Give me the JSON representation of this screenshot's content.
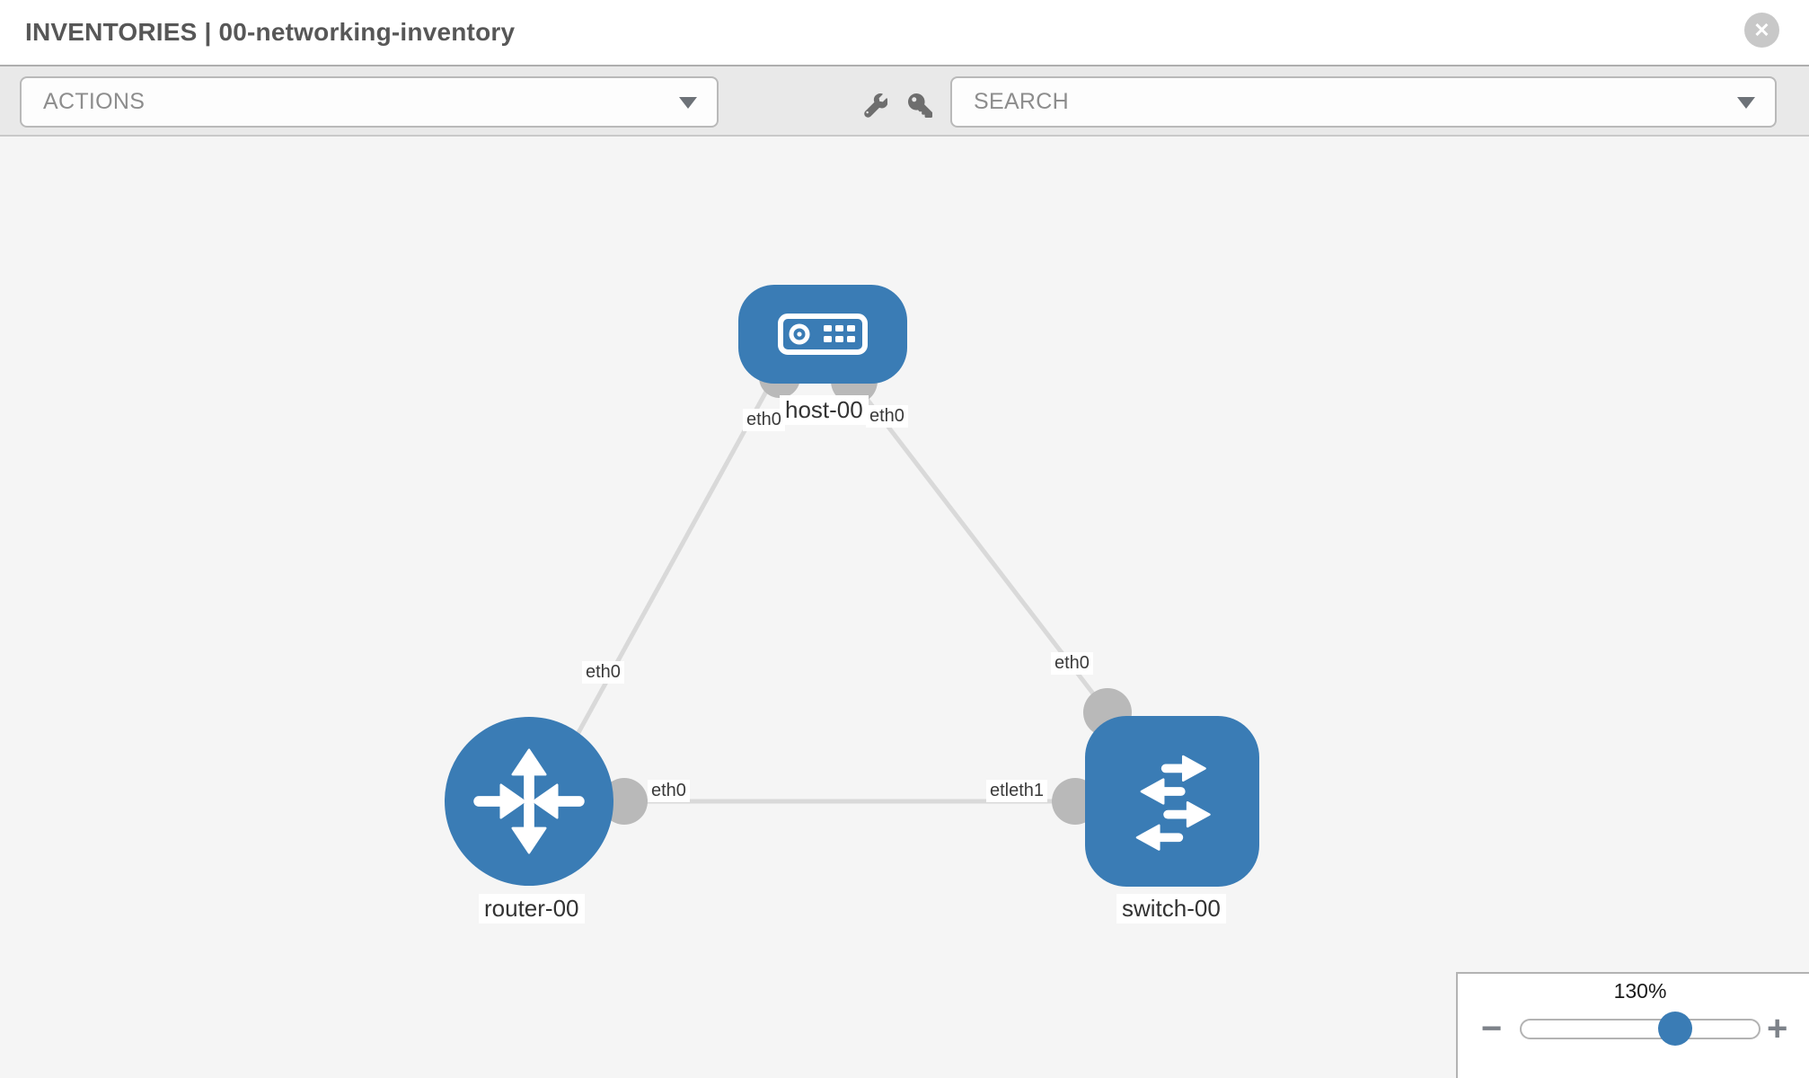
{
  "header": {
    "title": "INVENTORIES | 00-networking-inventory"
  },
  "toolbar": {
    "actions_label": "ACTIONS",
    "search_label": "SEARCH"
  },
  "icons": {
    "close": "✕",
    "minus": "−",
    "plus": "+",
    "actions_caret": "chevron-down",
    "search_caret": "chevron-down",
    "wrench": "wrench",
    "key": "key"
  },
  "diagram": {
    "nodes": [
      {
        "id": "host-00",
        "type": "host",
        "label": "host-00"
      },
      {
        "id": "router-00",
        "type": "router",
        "label": "router-00"
      },
      {
        "id": "switch-00",
        "type": "switch",
        "label": "switch-00"
      }
    ],
    "interface_labels": {
      "host_side_left": "eth0",
      "host_side_right": "eth0",
      "router_top": "eth0",
      "switch_top": "eth0",
      "router_mid": "eth0",
      "switch_mid_visible": "etleth1"
    },
    "links": [
      {
        "from": "host-00",
        "to": "router-00"
      },
      {
        "from": "host-00",
        "to": "switch-00"
      },
      {
        "from": "router-00",
        "to": "switch-00"
      }
    ]
  },
  "zoom_control": {
    "level": "130%"
  },
  "colors": {
    "node_blue": "#3a7cb5",
    "interface_gray": "#b9b9b9",
    "link_gray": "#d9d9d9",
    "toolbar_bg": "#e9e9e9",
    "canvas_bg": "#f5f5f5"
  }
}
